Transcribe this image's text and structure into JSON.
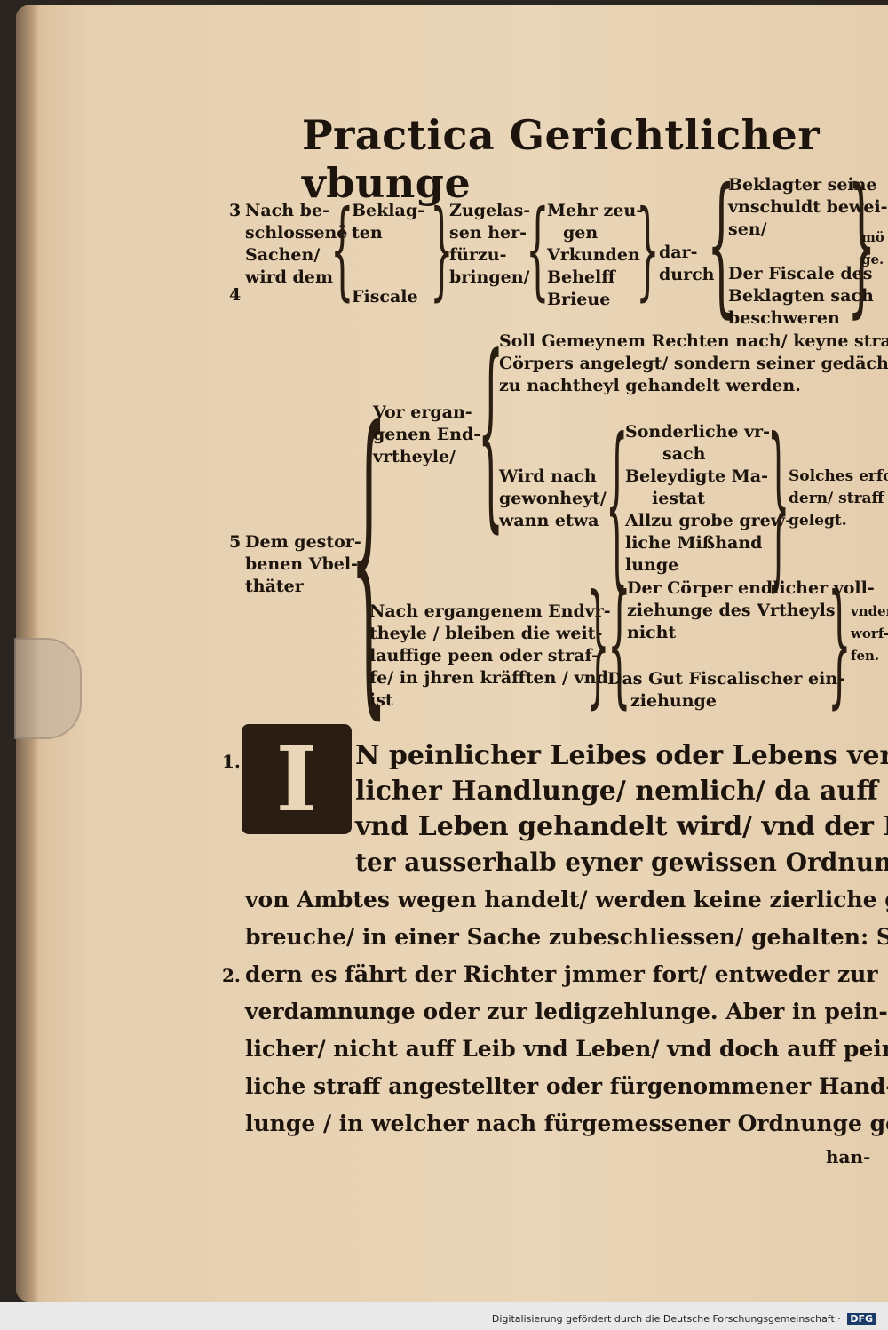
{
  "title": "Practica Gerichtlicher vbunge",
  "scheme3": {
    "num": "3",
    "num4": "4",
    "lead": [
      "Nach be-",
      "schlossenē",
      "Sachen/",
      "wird dem"
    ],
    "parties": [
      "Beklag-",
      "ten",
      "Fiscale"
    ],
    "admitted": [
      "Zugelas-",
      "sen her-",
      "fürzu-",
      "bringen/"
    ],
    "items": [
      "Mehr zeu-",
      "gen",
      "Vrkunden",
      "Behelff",
      "Brieue"
    ],
    "thereby": [
      "dar-",
      "durch"
    ],
    "outcome_a": [
      "Beklagter seine",
      "vnschuldt bewei-",
      "sen/"
    ],
    "outcome_b": [
      "Der Fiscale des",
      "Beklagten sach",
      "beschweren"
    ],
    "margin": [
      "mö",
      "ge."
    ]
  },
  "scheme5": {
    "num": "5",
    "lead": [
      "Dem gestor-",
      "benen Vbel-",
      "thäter"
    ],
    "before": [
      "Vor ergan-",
      "genen End-",
      "vrtheyle/"
    ],
    "soll": [
      "Soll Gemeynem Rechten nach/ keyne straff des",
      "Cörpers angelegt/ sondern seiner gedächtnis",
      "zu nachtheyl gehandelt werden."
    ],
    "wird": [
      "Wird nach",
      "gewonheyt/",
      "wann etwa"
    ],
    "reasons": [
      "Sonderliche vr-",
      "sach",
      "Beleydigte Ma-",
      "iestat",
      "Allzu grobe grew-",
      "liche Mißhand",
      "lunge"
    ],
    "result": [
      "Solches erfor-",
      "dern/ straff an-",
      "gelegt."
    ],
    "after": [
      "Nach ergangenem Endvr-",
      "theyle / bleiben die weit-",
      "lauffige peen oder straf-",
      "fe/ in jhren kräfften / vnd",
      "ist"
    ],
    "body": [
      "Der Cörper endlicher voll-",
      "ziehunge des Vrtheyls",
      "nicht"
    ],
    "goods": [
      "Das Gut Fiscalischer ein-",
      "ziehunge"
    ],
    "margin": [
      "vnder-",
      "worf-",
      "fen."
    ]
  },
  "initial_letter": "I",
  "margin_numbers": [
    "1.",
    "2."
  ],
  "body_lines": [
    "N peinlicher Leibes oder Lebens verwirck-",
    "licher Handlunge/ nemlich/ da auff Leib",
    "vnd Leben gehandelt wird/ vnd der Rich-",
    "ter ausserhalb eyner gewissen Ordnunge/",
    "von Ambtes wegen handelt/ werden keine zierliche ge-",
    "breuche/ in einer Sache zubeschliessen/ gehalten: Son-",
    "dern es fährt der Richter jmmer fort/ entweder zur",
    "verdamnunge oder zur ledigzehlunge.   Aber in pein-",
    "licher/ nicht auff Leib vnd Leben/ vnd doch auff pein-",
    "liche straff angestellter oder fürgenommener Hand-",
    "lunge / in welcher nach fürgemessener Ordnunge ge-"
  ],
  "catchword": "han-",
  "footer": {
    "text": "Digitalisierung gefördert durch die Deutsche Forschungsgemeinschaft",
    "logo": "DFG"
  }
}
